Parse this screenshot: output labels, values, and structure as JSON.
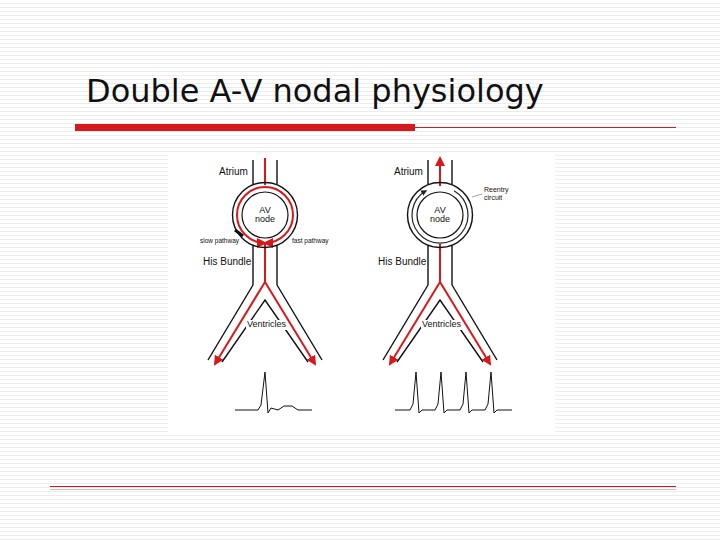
{
  "diagram": {
    "title": "Double A-V nodal physiology",
    "nodes": [
      {
        "text": [
          "AV node"
        ]
      },
      {
        "text": [
          "AV node"
        ]
      }
    ],
    "labels": [
      "Atrium",
      "slow pathway",
      "fast pathway",
      "His Bundle",
      "Ventricles",
      "Atrium",
      "Reentry circuit",
      "His Bundle",
      "Ventricles"
    ]
  }
}
